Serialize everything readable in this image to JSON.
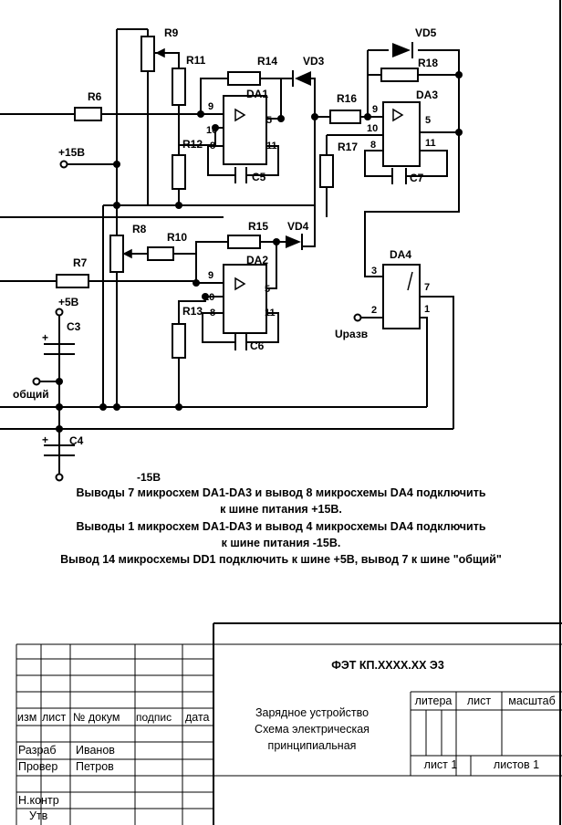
{
  "schematic": {
    "resistors": {
      "r6": "R6",
      "r7": "R7",
      "r8": "R8",
      "r9": "R9",
      "r10": "R10",
      "r11": "R11",
      "r12": "R12",
      "r13": "R13",
      "r14": "R14",
      "r15": "R15",
      "r16": "R16",
      "r17": "R17",
      "r18": "R18"
    },
    "capacitors": {
      "c3": "C3",
      "c4": "C4",
      "c5": "C5",
      "c6": "C6",
      "c7": "C7"
    },
    "diodes": {
      "vd3": "VD3",
      "vd4": "VD4",
      "vd5": "VD5"
    },
    "chips": {
      "da1": "DA1",
      "da2": "DA2",
      "da3": "DA3",
      "da4": "DA4"
    },
    "pins": {
      "p1": "1",
      "p2": "2",
      "p3": "3",
      "p5": "5",
      "p7": "7",
      "p8": "8",
      "p9": "9",
      "p10": "10",
      "p11": "11"
    },
    "plus": "+",
    "rails": {
      "plus15": "+15В",
      "plus5": "+5В",
      "common": "общий",
      "minus15": "-15В",
      "uraz": "Uразв"
    }
  },
  "notes": [
    "Выводы 7 микросхем DA1-DA3 и вывод 8 микросхемы DA4 подключить",
    "к шине питания +15В.",
    "Выводы 1 микросхем DA1-DA3 и вывод 4 микросхемы DA4 подключить",
    "к шине питания -15В.",
    "Вывод 14 микросхемы DD1 подключить к шине +5В, вывод 7 к шине \"общий\""
  ],
  "title_block": {
    "doc_code": "ФЭТ КП.XXXX.XX Э3",
    "col_izm": "изм",
    "col_list": "лист",
    "col_doc": "№ докум",
    "col_sign": "подпис",
    "col_date": "дата",
    "razrab_role": "Разраб",
    "razrab_name": "Иванов",
    "prover_role": "Провер",
    "prover_name": "Петров",
    "ncontr_role": "Н.контр",
    "utv_role": "Утв",
    "title_l1": "Зарядное устройство",
    "title_l2": "Схема электрическая",
    "title_l3": "принципиальная",
    "litera": "литера",
    "list": "лист",
    "scale": "масштаб",
    "sheet": "лист 1",
    "sheets": "листов 1"
  }
}
